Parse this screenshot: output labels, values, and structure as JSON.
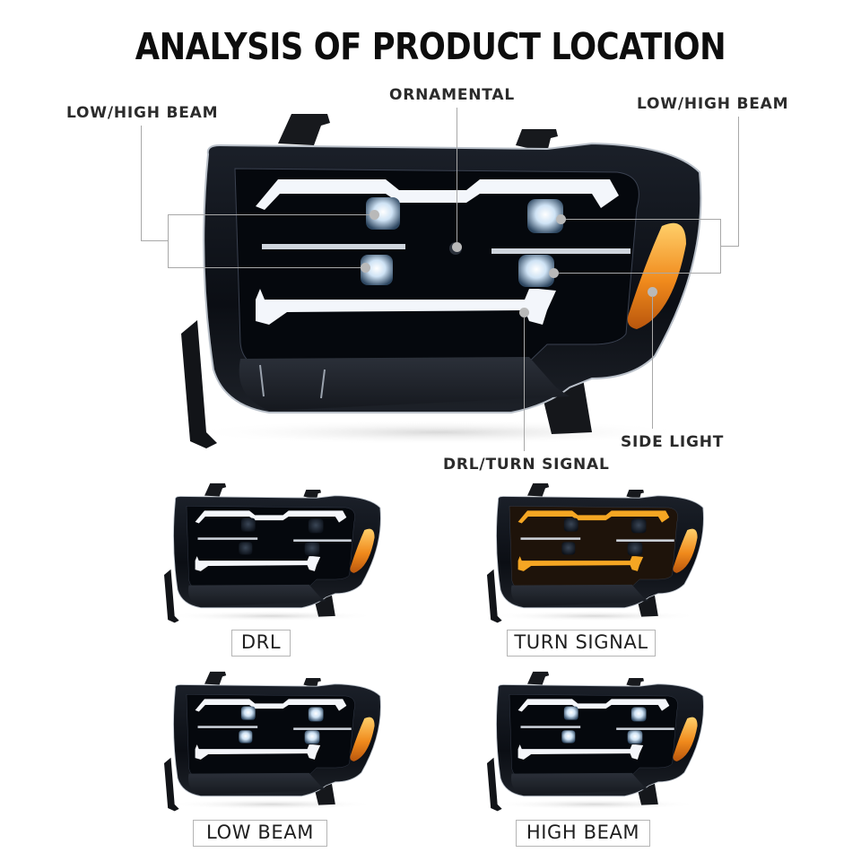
{
  "title": "ANALYSIS OF PRODUCT LOCATION",
  "main_diagram": {
    "callouts": {
      "low_high_beam_left": "LOW/HIGH BEAM",
      "ornamental": "ORNAMENTAL",
      "low_high_beam_right": "LOW/HIGH BEAM",
      "side_light": "SIDE LIGHT",
      "drl_turn_signal": "DRL/TURN SIGNAL"
    }
  },
  "modes": [
    {
      "label": "DRL",
      "bar_color": "#f4f6fa",
      "projectors_on": false
    },
    {
      "label": "TURN SIGNAL",
      "bar_color": "#f5a623",
      "projectors_on": false
    },
    {
      "label": "LOW BEAM",
      "bar_color": "#f4f6fa",
      "projectors_on": true
    },
    {
      "label": "HIGH BEAM",
      "bar_color": "#f4f6fa",
      "projectors_on": true
    }
  ],
  "colors": {
    "housing": "#0f1218",
    "amber": "#f08a1c",
    "callout_line": "#a8a8a8"
  }
}
